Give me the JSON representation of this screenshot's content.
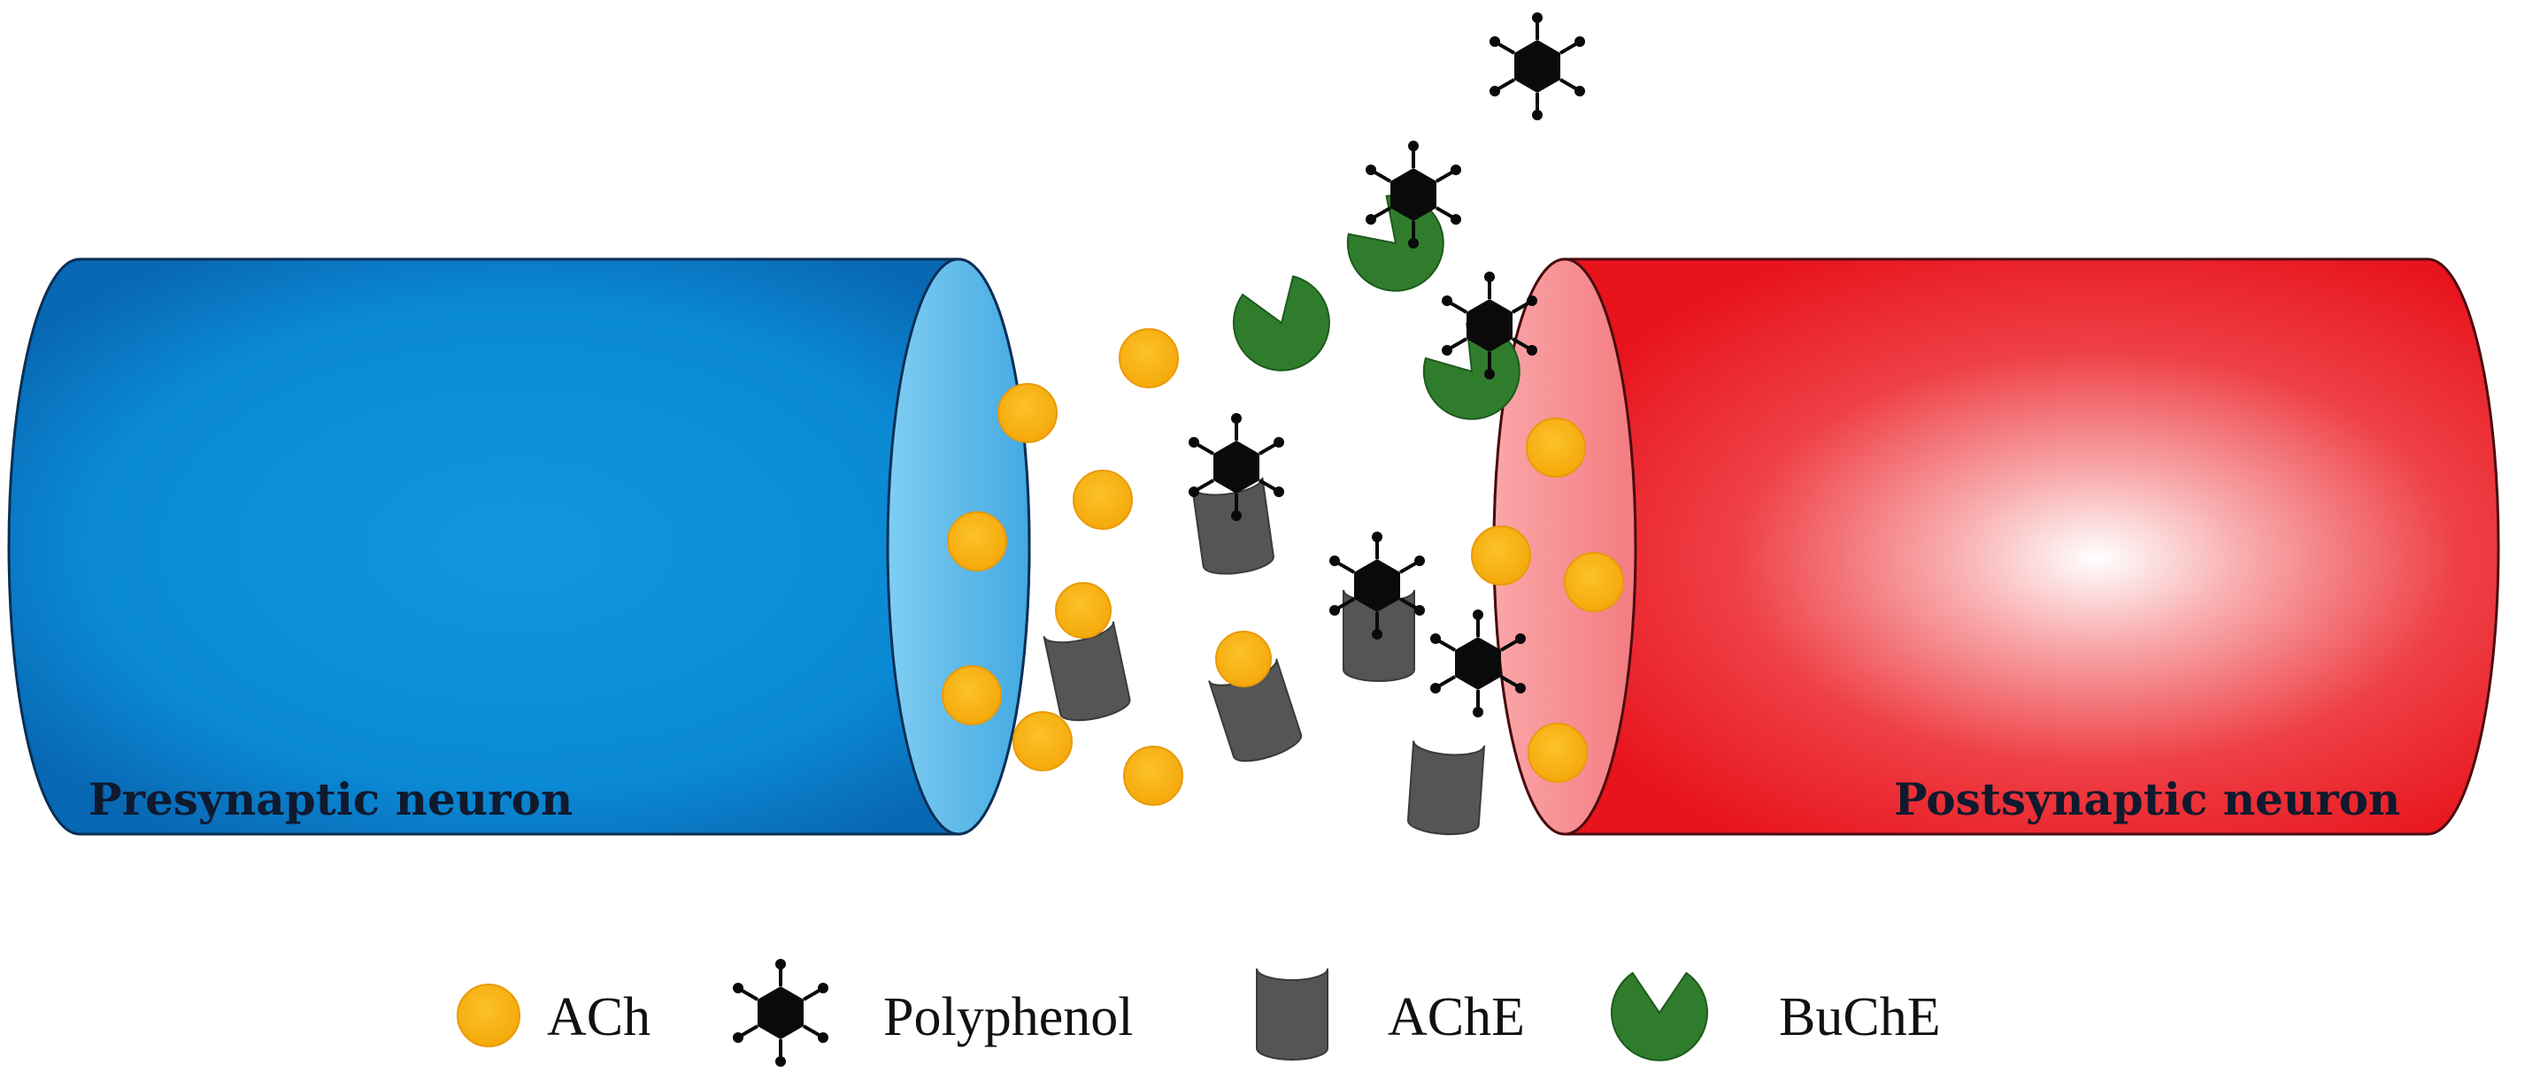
{
  "neurons": {
    "presynaptic_label": "Presynaptic neuron",
    "postsynaptic_label": "Postsynaptic neuron"
  },
  "legend": {
    "ach": "ACh",
    "polyphenol": "Polyphenol",
    "ache": "AChE",
    "buche": "BuChE"
  },
  "colors": {
    "presynaptic": "#0a7fd1",
    "postsynaptic": "#e8141b",
    "ach": "#f7b211",
    "polyphenol": "#0a0a0a",
    "ache": "#555555",
    "buche": "#2f7d2c"
  }
}
